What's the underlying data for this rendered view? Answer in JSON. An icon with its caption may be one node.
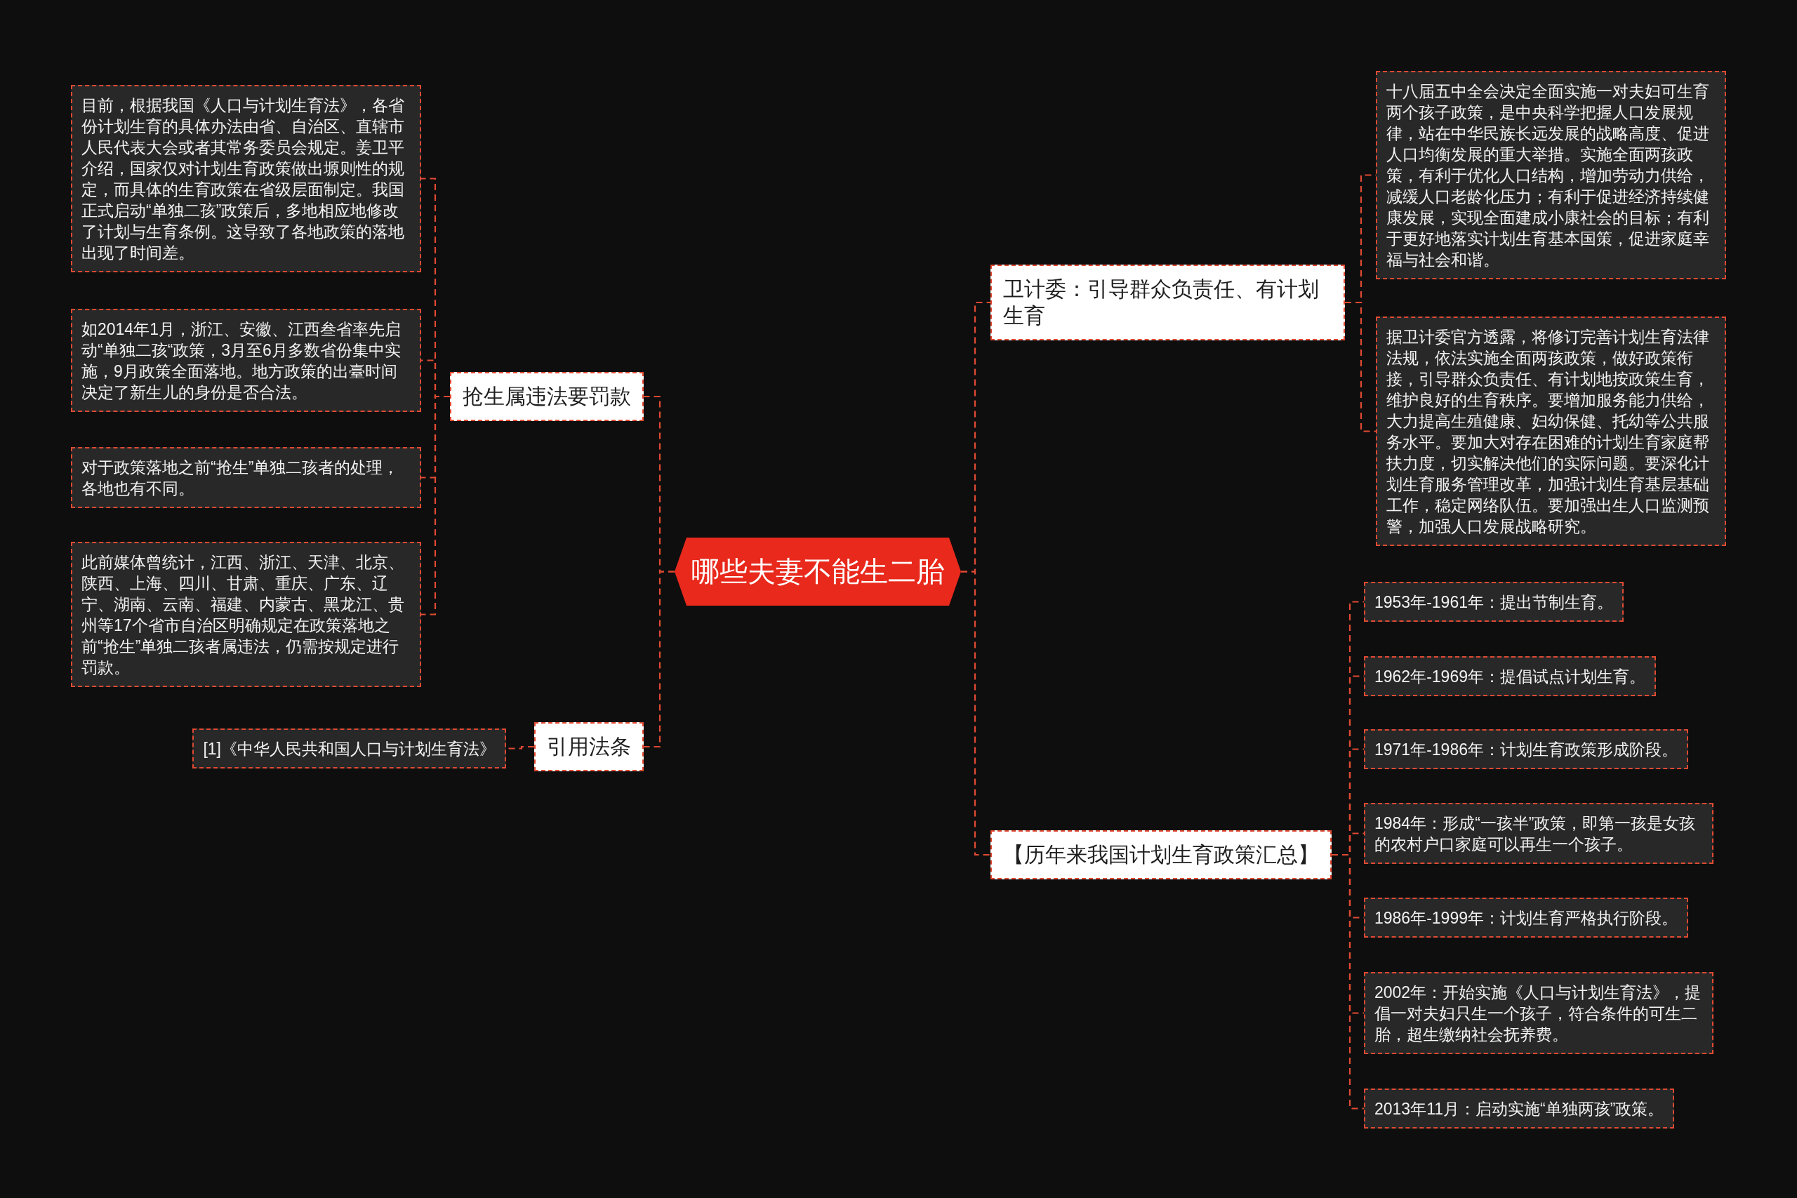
{
  "diagram": {
    "nodes": [
      {
        "text": [
          "哪些夫妻不能生二胎"
        ]
      },
      {
        "text": [
          "抢生属违法要罚款"
        ]
      },
      {
        "text": [
          "目前，根据我国《人口与计划生育法》，各省份计划生育的具体办法由省、自治区、直辖市人民代表大会或者其常务委员会规定。姜卫平介绍，国家仅对计划生育政策做出塬则性的规定，而具体的生育政策在省级层面制定。我国正式启动“单独二孩”政策后，多地相应地修改了计划与生育条例。这导致了各地政策的落地出现了时间差。"
        ]
      },
      {
        "text": [
          "如2014年1月，浙江、安徽、江西叁省率先启动“单独二孩“政策，3月至6月多数省份集中实施，9月政策全面落地。地方政策的出臺时间决定了新生儿的身份是否合法。"
        ]
      },
      {
        "text": [
          "对于政策落地之前“抢生”单独二孩者的处理，各地也有不同。"
        ]
      },
      {
        "text": [
          "此前媒体曾统计，江西、浙江、天津、北京、陕西、上海、四川、甘肃、重庆、广东、辽宁、湖南、云南、福建、内蒙古、黑龙江、贵州等17个省市自治区明确规定在政策落地之前“抢生”单独二孩者属违法，仍需按规定进行罚款。"
        ]
      },
      {
        "text": [
          "引用法条"
        ]
      },
      {
        "text": [
          "[1]《中华人民共和国人口与计划生育法》"
        ]
      },
      {
        "text": [
          "卫计委：引导群众负责任、有计划生育"
        ]
      },
      {
        "text": [
          "十八届五中全会决定全面实施一对夫妇可生育两个孩子政策，是中央科学把握人口发展规律，站在中华民族长远发展的战略高度、促进人口均衡发展的重大举措。实施全面两孩政策，有利于优化人口结构，增加劳动力供给，减缓人口老龄化压力；有利于促进经济持续健康发展，实现全面建成小康社会的目标；有利于更好地落实计划生育基本国策，促进家庭幸福与社会和谐。"
        ]
      },
      {
        "text": [
          "据卫计委官方透露，将修订完善计划生育法律法规，依法实施全面两孩政策，做好政策衔接，引导群众负责任、有计划地按政策生育，维护良好的生育秩序。要增加服务能力供给，大力提高生殖健康、妇幼保健、托幼等公共服务水平。要加大对存在困难的计划生育家庭帮扶力度，切实解决他们的实际问题。要深化计划生育服务管理改革，加强计划生育基层基础工作，稳定网络队伍。要加强出生人口监测预警，加强人口发展战略研究。"
        ]
      },
      {
        "text": [
          "【历年来我国计划生育政策汇总】"
        ]
      },
      {
        "text": [
          "1953年-1961年：提出节制生育。"
        ]
      },
      {
        "text": [
          "1962年-1969年：提倡试点计划生育。"
        ]
      },
      {
        "text": [
          "1971年-1986年：计划生育政策形成阶段。"
        ]
      },
      {
        "text": [
          "1984年：形成“一孩半”政策，即第一孩是女孩的农村户口家庭可以再生一个孩子。"
        ]
      },
      {
        "text": [
          "1986年-1999年：计划生育严格执行阶段。"
        ]
      },
      {
        "text": [
          "2002年：开始实施《人口与计划生育法》，提倡一对夫妇只生一个孩子，符合条件的可生二胎，超生缴纳社会抚养费。"
        ]
      },
      {
        "text": [
          "2013年11月：启动实施“单独两孩”政策。"
        ]
      }
    ],
    "edges": [
      {
        "from": 0,
        "to": 1,
        "arrow": "none"
      },
      {
        "from": 1,
        "to": 2,
        "arrow": "none"
      },
      {
        "from": 1,
        "to": 3,
        "arrow": "none"
      },
      {
        "from": 1,
        "to": 4,
        "arrow": "none"
      },
      {
        "from": 1,
        "to": 5,
        "arrow": "none"
      },
      {
        "from": 0,
        "to": 6,
        "arrow": "none"
      },
      {
        "from": 6,
        "to": 7,
        "arrow": "none"
      },
      {
        "from": 0,
        "to": 8,
        "arrow": "none"
      },
      {
        "from": 8,
        "to": 9,
        "arrow": "none"
      },
      {
        "from": 8,
        "to": 10,
        "arrow": "none"
      },
      {
        "from": 0,
        "to": 11,
        "arrow": "none"
      },
      {
        "from": 11,
        "to": 12,
        "arrow": "none"
      },
      {
        "from": 11,
        "to": 13,
        "arrow": "none"
      },
      {
        "from": 11,
        "to": 14,
        "arrow": "none"
      },
      {
        "from": 11,
        "to": 15,
        "arrow": "none"
      },
      {
        "from": 11,
        "to": 16,
        "arrow": "none"
      },
      {
        "from": 11,
        "to": 17,
        "arrow": "none"
      },
      {
        "from": 11,
        "to": 18,
        "arrow": "none"
      }
    ]
  }
}
